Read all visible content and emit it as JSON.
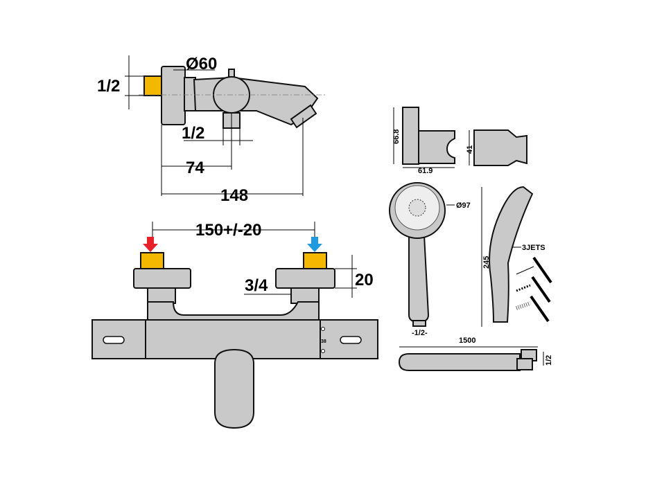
{
  "top_view": {
    "inlet": "1/2",
    "diameter": "Ø60",
    "outlet": "1/2",
    "depth_short": "74",
    "depth_total": "148"
  },
  "front_view": {
    "center_distance": "150+/-20",
    "connection": "3/4",
    "cap_height": "20",
    "temp_mark": "38"
  },
  "holder": {
    "height": "66.8",
    "width": "61.9",
    "depth": "41"
  },
  "hand_shower": {
    "diameter": "Ø97",
    "connection": "-1/2-",
    "length": "245",
    "jets": "3JETS"
  },
  "hose": {
    "length": "1500",
    "connection": "1/2"
  },
  "colors": {
    "hot": "#e8202a",
    "cold": "#1e9be0",
    "brass": "#f5b800",
    "body": "#c9c9c9"
  }
}
